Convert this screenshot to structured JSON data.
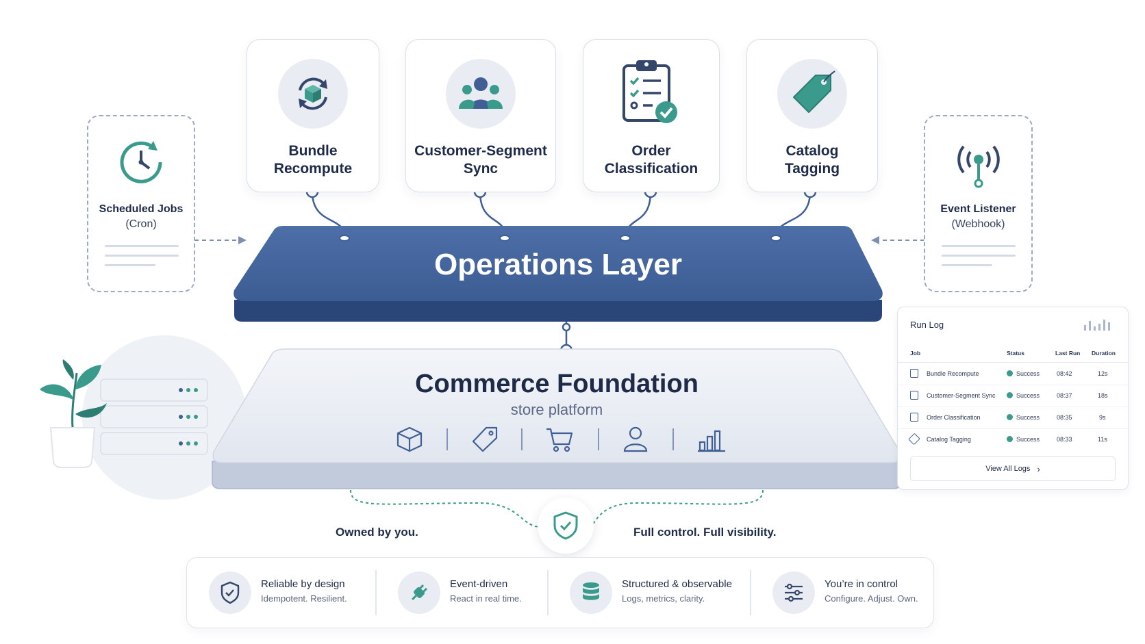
{
  "top_cards": [
    {
      "title": "Bundle\nRecompute",
      "icon": "cube-sync-icon"
    },
    {
      "title": "Customer-Segment\nSync",
      "icon": "users-group-icon"
    },
    {
      "title": "Order\nClassification",
      "icon": "clipboard-check-icon"
    },
    {
      "title": "Catalog\nTagging",
      "icon": "tag-icon"
    }
  ],
  "triggers": {
    "scheduled": {
      "title": "Scheduled Jobs",
      "subtitle": "(Cron)",
      "icon": "clock-icon"
    },
    "event": {
      "title": "Event Listener",
      "subtitle": "(Webhook)",
      "icon": "broadcast-icon"
    }
  },
  "operations_layer": {
    "title": "Operations Layer"
  },
  "foundation": {
    "title": "Commerce Foundation",
    "subtitle": "store platform",
    "icons": [
      "box-icon",
      "tag-icon",
      "cart-icon",
      "user-icon",
      "bar-chart-icon"
    ]
  },
  "run_log": {
    "title": "Run Log",
    "columns": {
      "job": "Job",
      "status": "Status",
      "last_run": "Last Run",
      "duration": "Duration"
    },
    "rows": [
      {
        "job": "Bundle Recompute",
        "status": "Success",
        "last_run": "08:42",
        "duration": "12s"
      },
      {
        "job": "Customer-Segment Sync",
        "status": "Success",
        "last_run": "08:37",
        "duration": "18s"
      },
      {
        "job": "Order Classification",
        "status": "Success",
        "last_run": "08:35",
        "duration": "9s"
      },
      {
        "job": "Catalog Tagging",
        "status": "Success",
        "last_run": "08:33",
        "duration": "11s"
      }
    ],
    "view_all": "View All Logs"
  },
  "ownership": {
    "left": "Owned by you.",
    "right": "Full control. Full visibility."
  },
  "features": [
    {
      "title": "Reliable by design",
      "subtitle": "Idempotent. Resilient.",
      "icon": "shield-check-icon"
    },
    {
      "title": "Event-driven",
      "subtitle": "React in real time.",
      "icon": "plug-icon"
    },
    {
      "title": "Structured & observable",
      "subtitle": "Logs, metrics, clarity.",
      "icon": "database-icon"
    },
    {
      "title": "You’re in control",
      "subtitle": "Configure. Adjust. Own.",
      "icon": "sliders-icon"
    }
  ],
  "colors": {
    "navy": "#3f5f95",
    "teal": "#3a9a8c",
    "text": "#1e2b48"
  }
}
